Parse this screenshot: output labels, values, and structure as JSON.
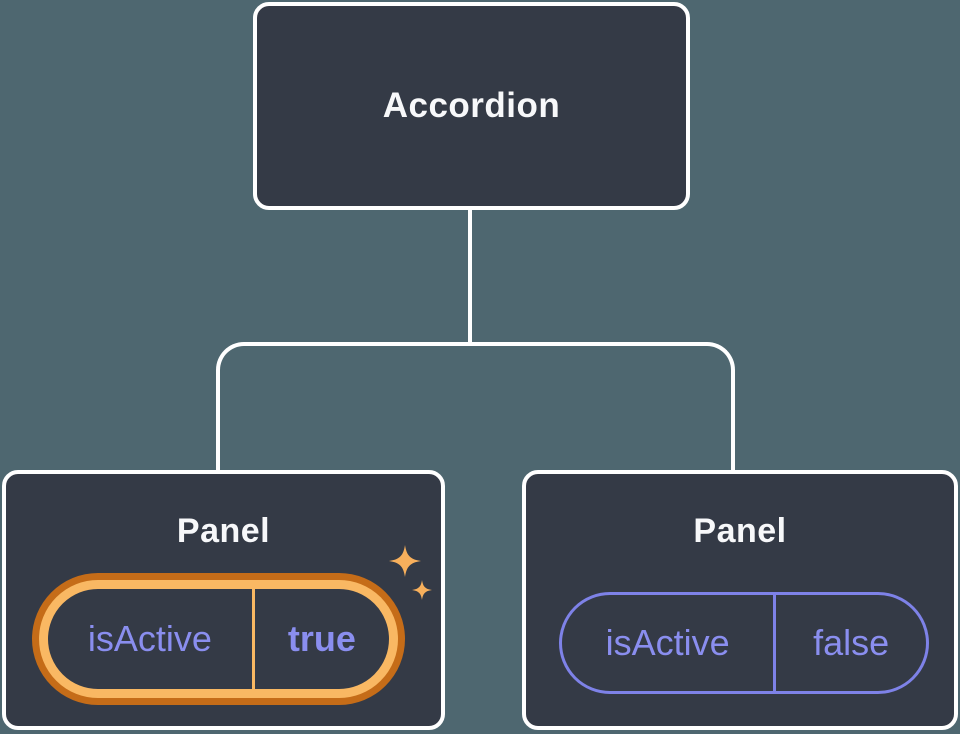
{
  "diagram": {
    "root": {
      "label": "Accordion"
    },
    "panels": [
      {
        "title": "Panel",
        "prop": "isActive",
        "value": "true",
        "active": true,
        "highlight": "orange-double-ring-with-sparkles"
      },
      {
        "title": "Panel",
        "prop": "isActive",
        "value": "false",
        "active": false,
        "highlight": "none"
      }
    ]
  },
  "icons": {
    "sparkle": "four-point-star"
  },
  "colors": {
    "background": "#4e6770",
    "node_fill": "#343a46",
    "node_border": "#ffffff",
    "text_primary": "#f7f8fa",
    "state_text": "#8a8eef",
    "pill_ring_outer": "#c56c18",
    "pill_ring_inner": "#f9b863",
    "pill_border_inactive": "#7e82e8",
    "sparkle": "#f8b05c"
  }
}
